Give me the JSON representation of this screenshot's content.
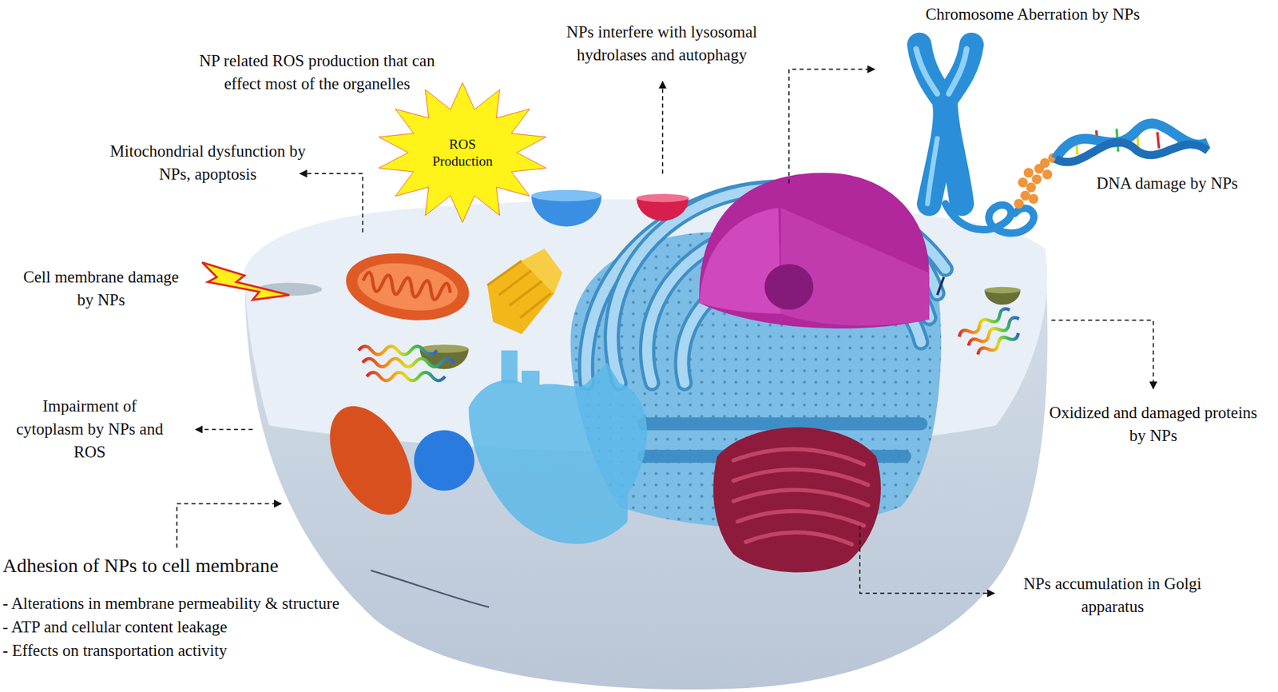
{
  "diagram": {
    "nodes": [
      {
        "text": [
          "ROS Production"
        ]
      }
    ],
    "labels": [
      "NP related ROS production that can effect most of the organelles",
      "NPs interfere with lysosomal hydrolases and autophagy",
      "Chromosome Aberration by NPs",
      "Mitochondrial dysfunction by NPs, apoptosis",
      "DNA damage by NPs",
      "Cell membrane damage by NPs",
      "Impairment of cytoplasm by NPs and ROS",
      "Oxidized and damaged proteins by NPs",
      "Adhesion of NPs to cell membrane",
      "- Alterations in membrane permeability & structure",
      "- ATP and cellular content leakage",
      "- Effects on transportation activity",
      "NPs accumulation in Golgi apparatus"
    ]
  }
}
